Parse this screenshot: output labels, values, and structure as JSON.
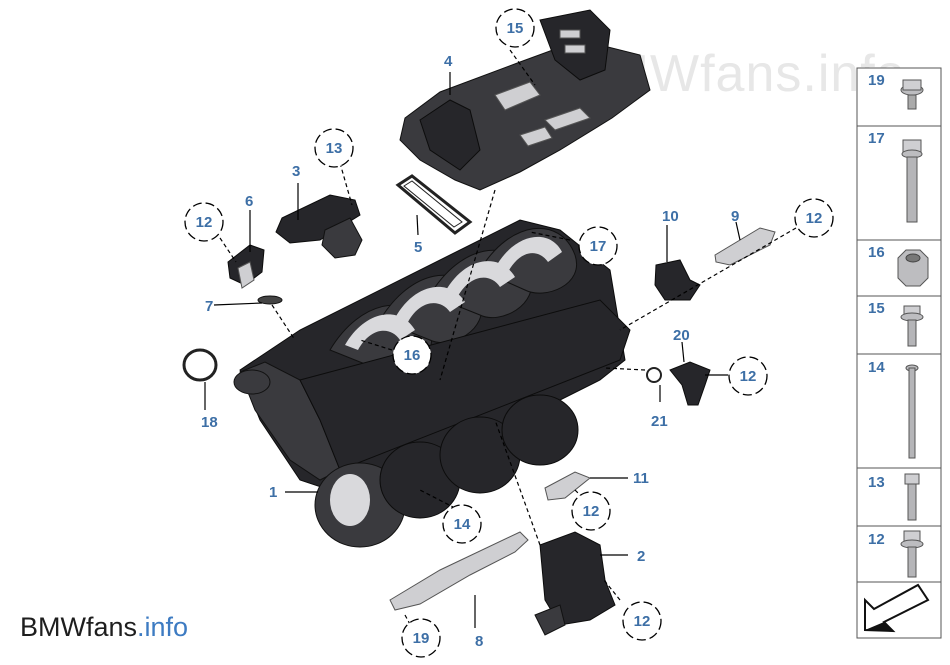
{
  "watermark": "BMWfans.info",
  "logo": {
    "brand": "BMWfans",
    "suffix": ".info"
  },
  "part_labels": {
    "p1": "1",
    "p2": "2",
    "p3": "3",
    "p4": "4",
    "p5": "5",
    "p6": "6",
    "p7": "7",
    "p8": "8",
    "p9": "9",
    "p10": "10",
    "p11": "11",
    "p18": "18",
    "p20": "20",
    "p21": "21"
  },
  "callouts": {
    "c15": "15",
    "c13": "13",
    "c12a": "12",
    "c17": "17",
    "c12b": "12",
    "c16": "16",
    "c12c": "12",
    "c14": "14",
    "c12d": "12",
    "c12e": "12",
    "c19": "19"
  },
  "fasteners_panel": [
    {
      "label": "19",
      "icon": "flange-bolt-short-icon"
    },
    {
      "label": "17",
      "icon": "hex-bolt-long-icon"
    },
    {
      "label": "16",
      "icon": "hex-nut-icon"
    },
    {
      "label": "15",
      "icon": "torx-bolt-short-icon"
    },
    {
      "label": "14",
      "icon": "stud-bolt-long-icon"
    },
    {
      "label": "13",
      "icon": "hex-bolt-short-icon"
    },
    {
      "label": "12",
      "icon": "torx-bolt-medium-icon"
    }
  ],
  "nav_icon": "arrow-down-left-icon"
}
